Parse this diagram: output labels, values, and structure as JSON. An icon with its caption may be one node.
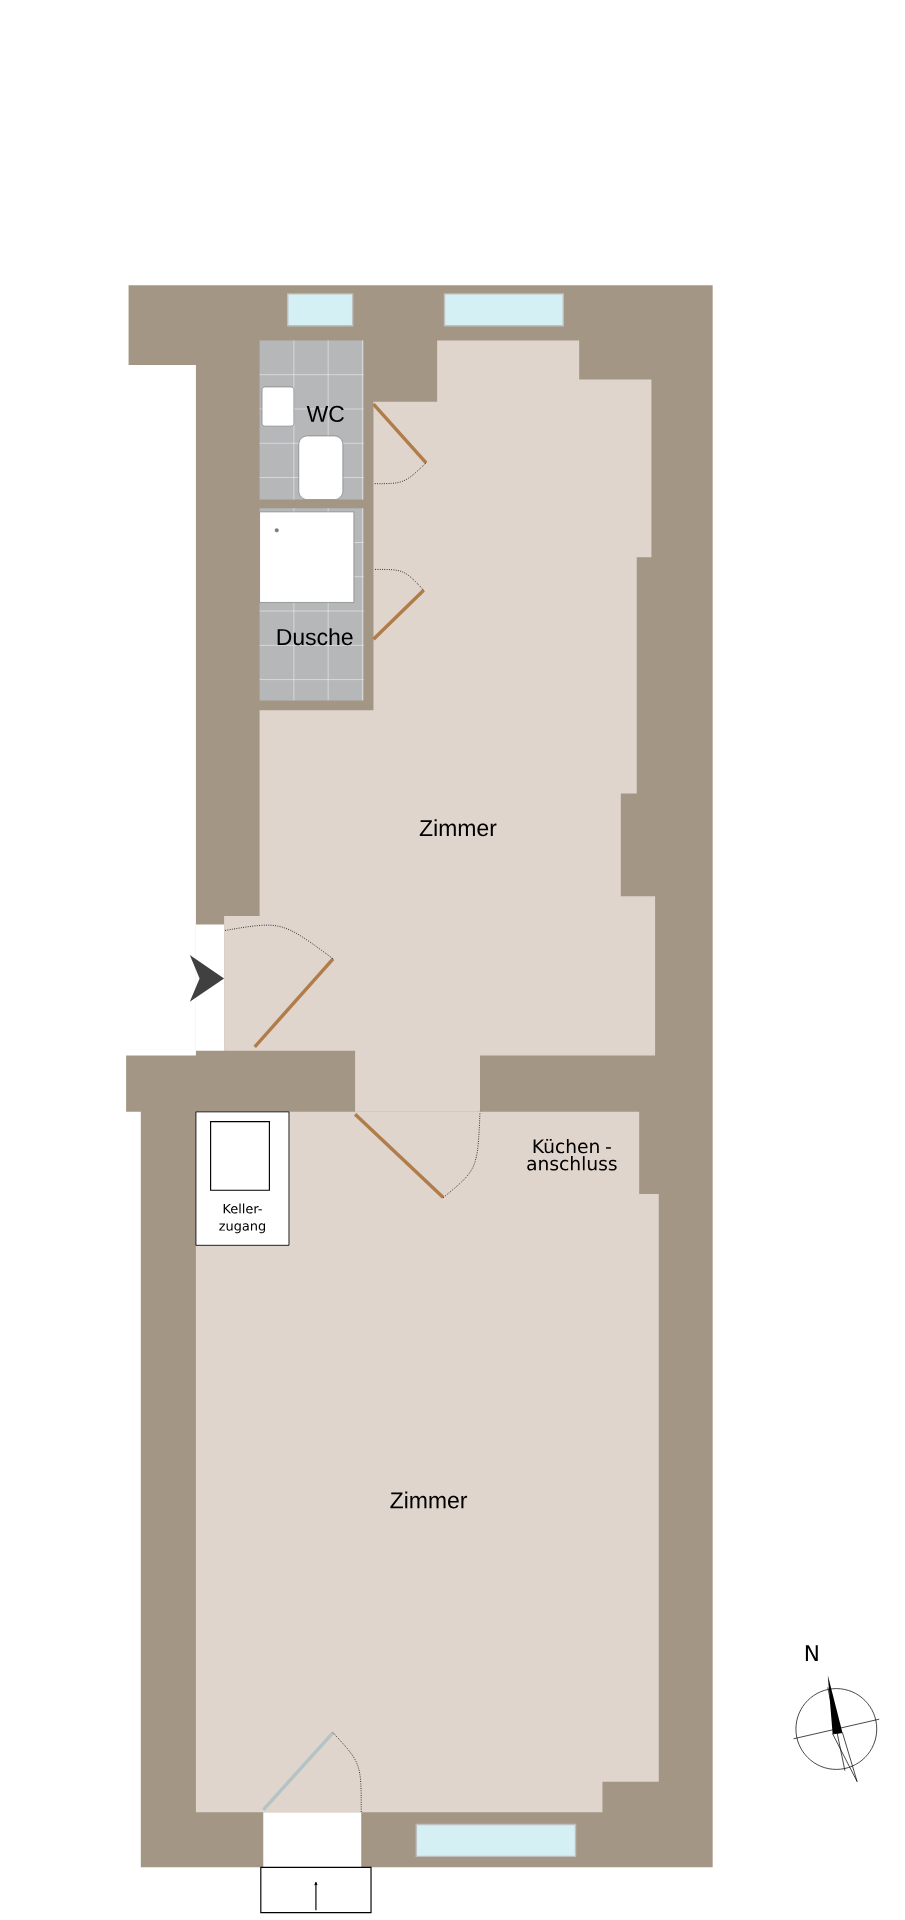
{
  "diagram": {
    "nodes": [
      {
        "text": [
          "WC"
        ]
      },
      {
        "text": [
          "Dusche"
        ]
      },
      {
        "text": [
          "Zimmer"
        ]
      },
      {
        "text": [
          "Keller- zugang"
        ],
        "in": 4
      },
      {
        "text": [
          "Zimmer"
        ]
      }
    ],
    "labels": [
      "Küchen - anschluss",
      "N"
    ]
  }
}
